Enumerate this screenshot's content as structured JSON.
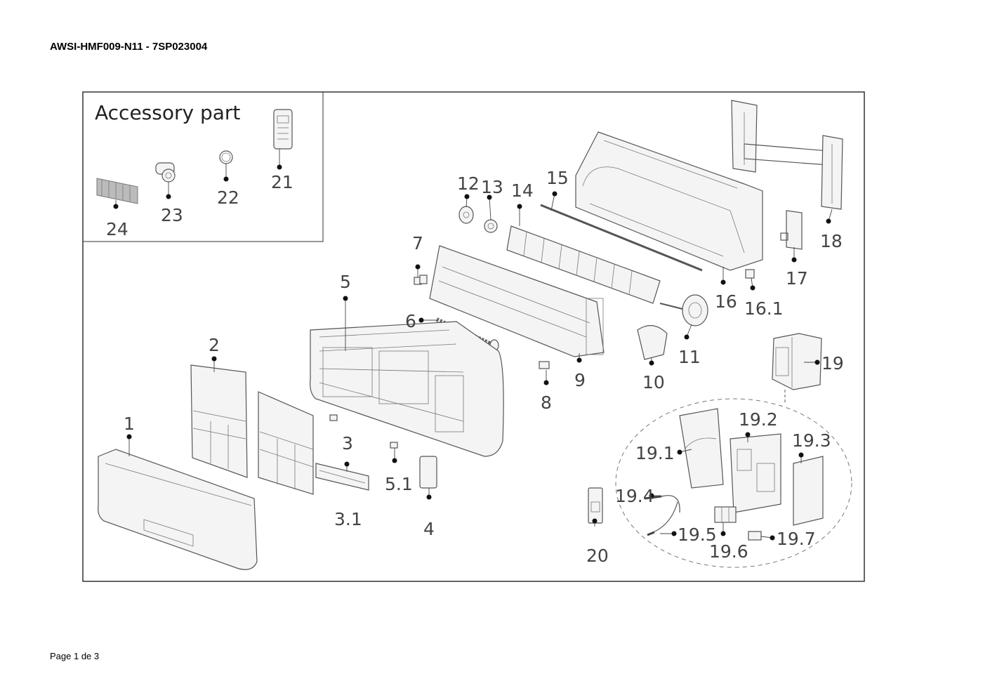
{
  "document": {
    "title": "AWSI-HMF009-N11 - 7SP023004",
    "footer": "Page 1 de 3"
  },
  "accessory_box": {
    "title": "Accessory part"
  },
  "callouts": [
    "1",
    "2",
    "3",
    "3.1",
    "4",
    "5",
    "5.1",
    "6",
    "7",
    "8",
    "9",
    "10",
    "11",
    "12",
    "13",
    "14",
    "15",
    "16",
    "16.1",
    "17",
    "18",
    "19",
    "19.1",
    "19.2",
    "19.3",
    "19.4",
    "19.5",
    "19.6",
    "19.7",
    "20",
    "21",
    "22",
    "23",
    "24"
  ]
}
